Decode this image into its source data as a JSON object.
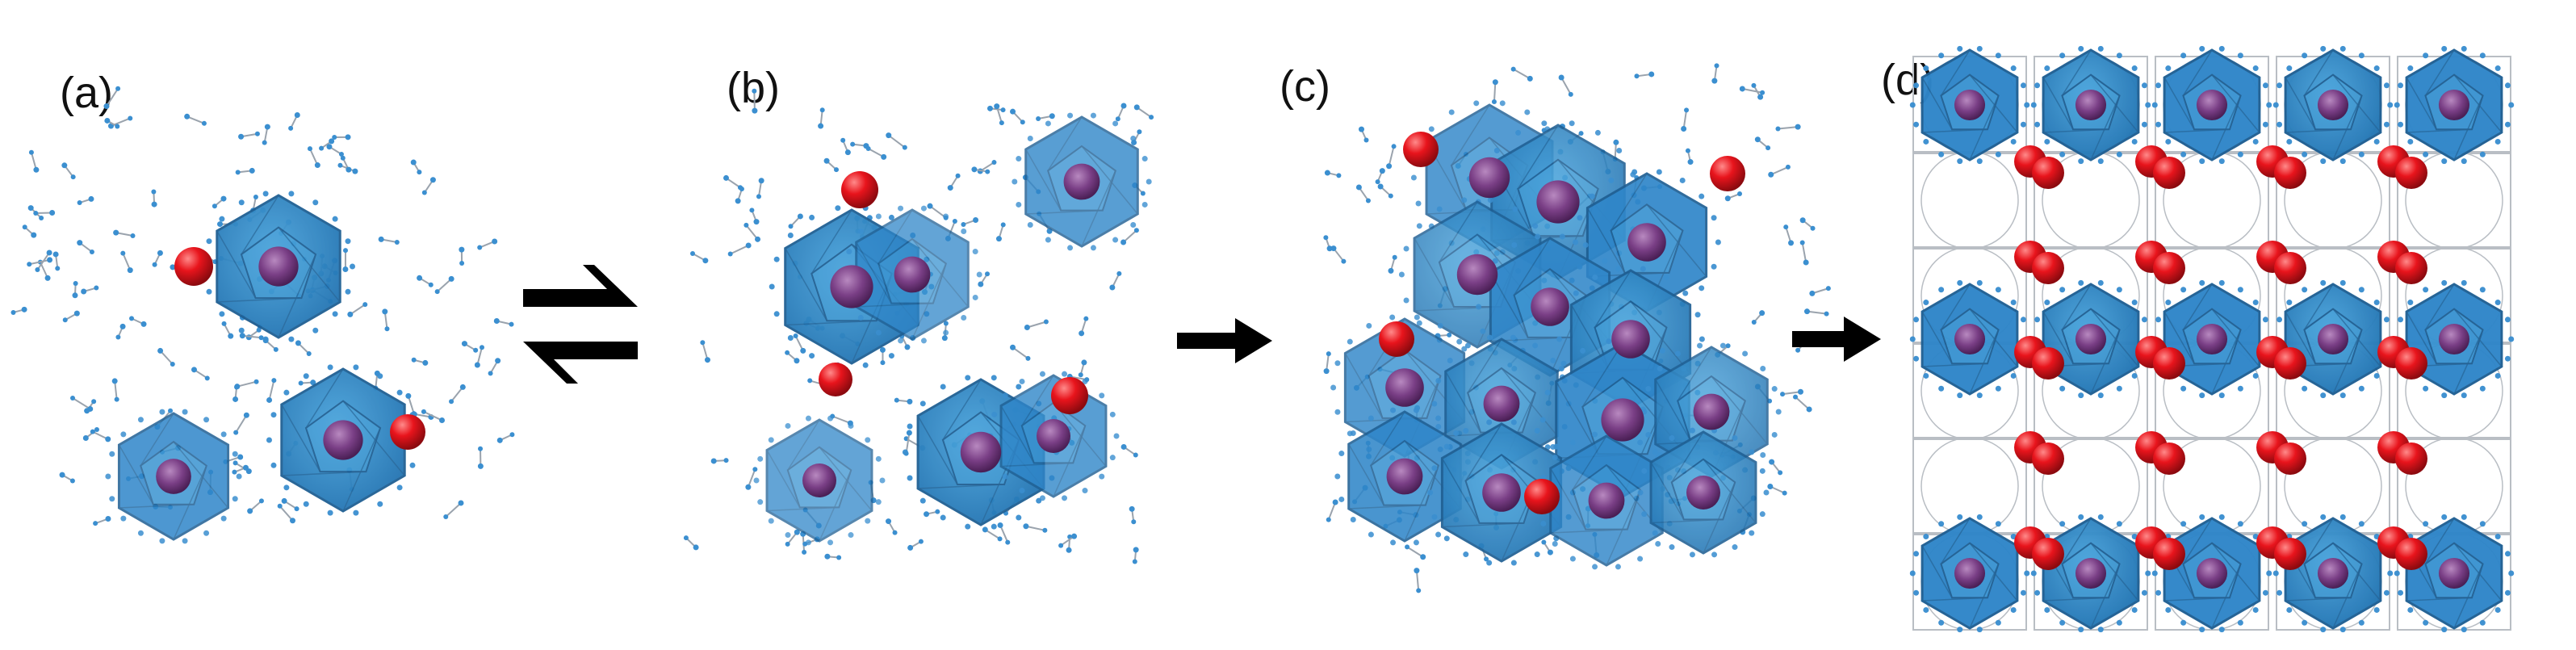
{
  "panels": [
    {
      "id": "a",
      "label": "(a)"
    },
    {
      "id": "b",
      "label": "(b)"
    },
    {
      "id": "c",
      "label": "(c)"
    },
    {
      "id": "d",
      "label": "(d)"
    }
  ],
  "colors": {
    "cage_face": "#2f86c9",
    "cage_face_light": "#4aa3db",
    "cage_edge": "#1f5f93",
    "guest_core": "#7a3f86",
    "guest_molecule": "#e8141c",
    "water_molecule": "#3b8fd0",
    "bond": "#9aa3ad",
    "framework": "#b9bec4",
    "arrow": "#000000",
    "background": "#ffffff"
  },
  "arrows": [
    {
      "from": "a",
      "to": "b",
      "kind": "equilibrium"
    },
    {
      "from": "b",
      "to": "c",
      "kind": "forward"
    },
    {
      "from": "c",
      "to": "d",
      "kind": "forward"
    }
  ]
}
